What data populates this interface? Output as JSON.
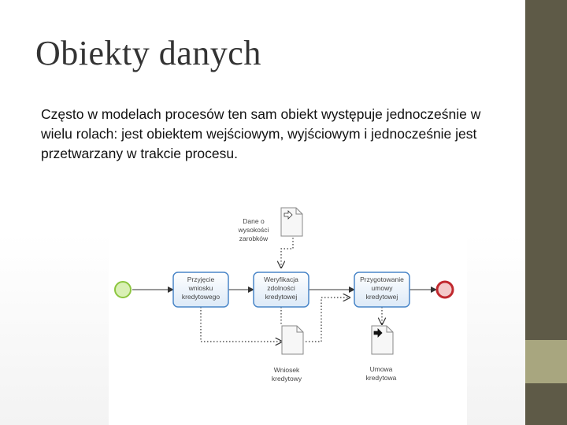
{
  "slide": {
    "title": "Obiekty danych",
    "paragraph": "Często  w modelach procesów ten sam obiekt występuje jednocześnie w wielu rolach: jest obiektem wejściowym, wyjściowym i jednocześnie jest przetwarzany w trakcie procesu."
  },
  "diagram": {
    "tasks": [
      {
        "lines": [
          "Przyjęcie",
          "wniosku",
          "kredytowego"
        ]
      },
      {
        "lines": [
          "Weryfikacja",
          "zdolności",
          "kredytowej"
        ]
      },
      {
        "lines": [
          "Przygotowanie",
          "umowy",
          "kredytowej"
        ]
      }
    ],
    "data_objects": [
      {
        "lines": [
          "Dane o",
          "wysokości",
          "zarobków"
        ],
        "marker": "input"
      },
      {
        "lines": [
          "Wniosek",
          "kredytowy"
        ],
        "marker": "none"
      },
      {
        "lines": [
          "Umowa",
          "kredytowa"
        ],
        "marker": "output"
      }
    ],
    "colors": {
      "task_border": "#4a86c8",
      "task_fill": "#e9f1fa",
      "start_event": "#8cc63f",
      "end_event": "#c0282e",
      "flow": "#333333"
    }
  }
}
